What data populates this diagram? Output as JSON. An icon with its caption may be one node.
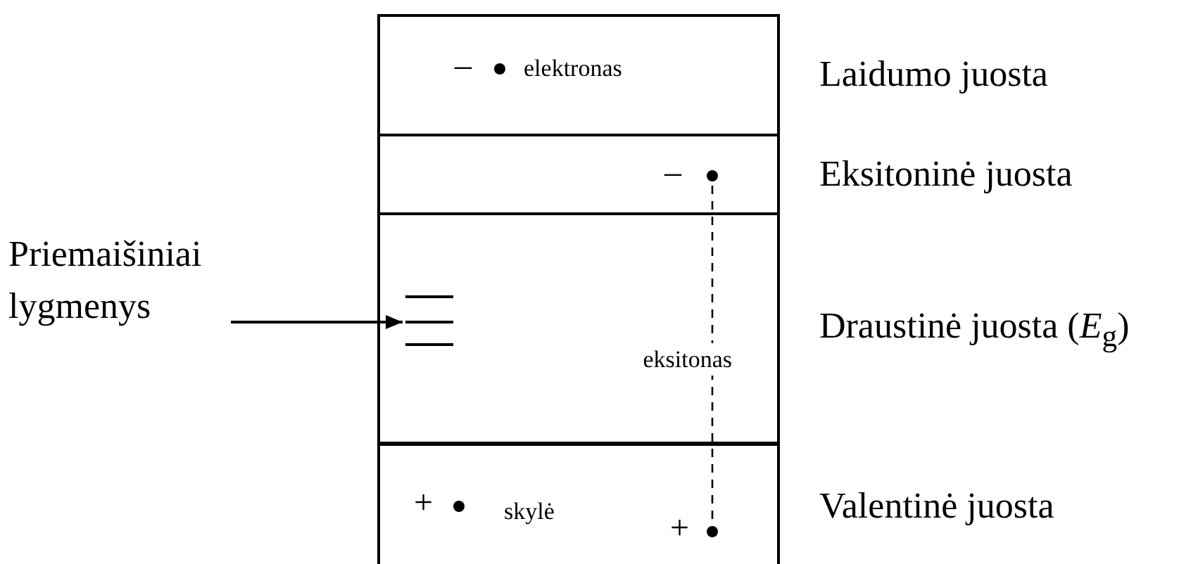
{
  "diagram": {
    "nodes": [
      {
        "text": [
          "elektronas",
          "Laidumo juosta"
        ]
      },
      {
        "text": [],
        "shape": "circle",
        "beside": [
          "–"
        ],
        "in": 0
      },
      {
        "text": [
          "Eksitoninė juosta"
        ]
      },
      {
        "text": [],
        "shape": "circle",
        "beside": [
          "–"
        ],
        "in": 2
      },
      {
        "text": [
          "Priemaišiniai lygmenys"
        ]
      },
      {
        "text": [
          "Draustinė juosta (*E*$_{g}$)"
        ]
      },
      {
        "text": [],
        "shape": "bar",
        "in": 5
      },
      {
        "text": [
          "skylė",
          "Valentinė juosta"
        ]
      },
      {
        "text": [],
        "shape": "circle",
        "beside": [
          "+"
        ],
        "in": 7
      },
      {
        "text": [],
        "shape": "circle",
        "beside": [
          "+"
        ],
        "in": 7
      }
    ],
    "edges": [
      {
        "from": 4,
        "to": 6,
        "arrow": "to"
      },
      {
        "from": 3,
        "to": 9,
        "arrow": "none",
        "style": "dashed",
        "label": "eksitonas"
      }
    ]
  }
}
